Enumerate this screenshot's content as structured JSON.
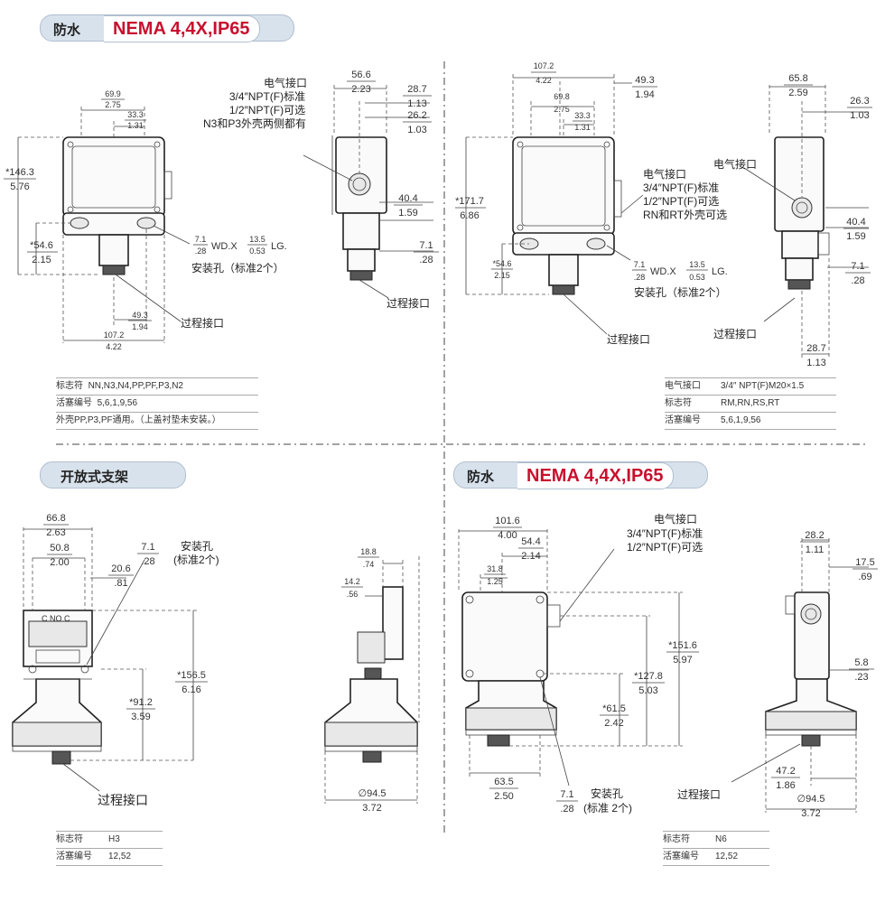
{
  "header_tl": {
    "key": "防水",
    "title": "NEMA 4,4X,IP65"
  },
  "header_bl": {
    "key": "开放式支架"
  },
  "header_br": {
    "key": "防水",
    "title": "NEMA 4,4X,IP65"
  },
  "q1": {
    "d_69_9": "69.9",
    "d_2_75": "2.75",
    "d_33_3": "33.3",
    "d_1_31": "1.31",
    "d_146_3": "*146.3",
    "d_5_76": "5.76",
    "d_54_6": "*54.6",
    "d_2_15": "2.15",
    "d_49_3": "49.3",
    "d_1_94": "1.94",
    "d_107_2": "107.2",
    "d_4_22": "4.22",
    "hole_a": "7.1",
    "hole_b": ".28",
    "hole_wd": "WD.X",
    "hole_c": "13.5",
    "hole_d": "0.53",
    "hole_lg": "LG.",
    "hole_label": "安装孔（标准2个）",
    "process": "过程接口",
    "elec_1": "电气接口",
    "elec_2": "3/4″NPT(F)标准",
    "elec_3": "1/2″NPT(F)可选",
    "elec_4": "N3和P3外壳两侧都有",
    "s_56_6": "56.6",
    "s_2_23": "2.23",
    "s_28_7": "28.7",
    "s_1_13": "1.13",
    "s_26_2": "26.2",
    "s_1_03": "1.03",
    "s_40_4": "40.4",
    "s_1_59": "1.59",
    "s_7_1": "7.1",
    "s_28": ".28",
    "s_process": "过程接口"
  },
  "q1_table": [
    {
      "k": "标志符",
      "v": "NN,N3,N4,PP,PF,P3,N2"
    },
    {
      "k": "活塞编号",
      "v": "5,6,1,9,56"
    },
    {
      "k": "外壳PP,P3,PF通用。（上盖衬垫未安装。）",
      "v": ""
    }
  ],
  "q2": {
    "d_107_2": "107.2",
    "d_4_22": "4.22",
    "d_49_3": "49.3",
    "d_1_94": "1.94",
    "d_69_8": "69.8",
    "d_2_75": "2.75",
    "d_33_3": "33.3",
    "d_1_31": "1.31",
    "d_171_7": "*171.7",
    "d_6_86": "6.86",
    "d_54_6": "*54.6",
    "d_2_15": "2.15",
    "elec_1": "电气接口",
    "elec_2": "3/4″NPT(F)标准",
    "elec_3": "1/2″NPT(F)可选",
    "elec_4": "RN和RT外壳可选",
    "hole_a": "7.1",
    "hole_b": ".28",
    "hole_wd": "WD.X",
    "hole_c": "13.5",
    "hole_d": "0.53",
    "hole_lg": "LG.",
    "hole_label": "安装孔（标准2个）",
    "process": "过程接口",
    "s_65_8": "65.8",
    "s_2_59": "2.59",
    "s_26_3": "26.3",
    "s_1_03": "1.03",
    "s_elec": "电气接口",
    "s_40_4": "40.4",
    "s_1_59": "1.59",
    "s_7_1": "7.1",
    "s_28": ".28",
    "s_process": "过程接口",
    "s_28_7": "28.7",
    "s_1_13": "1.13"
  },
  "q2_table": [
    {
      "k": "电气接口",
      "v": "3/4″ NPT(F)M20×1.5"
    },
    {
      "k": "标志符",
      "v": "RM,RN,RS,RT"
    },
    {
      "k": "活塞编号",
      "v": "5,6,1,9,56"
    }
  ],
  "q3": {
    "d_66_8": "66.8",
    "d_2_63": "2.63",
    "d_50_8": "50.8",
    "d_2_00": "2.00",
    "d_7_1": "7.1",
    "d_28": ".28",
    "hole_1": "安装孔",
    "hole_2": "(标准2个)",
    "d_20_6": "20.6",
    "d_81": ".81",
    "d_156_5": "*156.5",
    "d_6_16": "6.16",
    "d_91_2": "*91.2",
    "d_3_59": "3.59",
    "terms": "C  NO  C",
    "process": "过程接口",
    "s_18_8": "18.8",
    "s_74": ".74",
    "s_14_2": "14.2",
    "s_56": ".56",
    "s_94_5": "∅94.5",
    "s_3_72": "3.72"
  },
  "q3_table": [
    {
      "k": "标志符",
      "v": "H3"
    },
    {
      "k": "活塞编号",
      "v": "12,52"
    }
  ],
  "q4": {
    "elec_1": "电气接口",
    "elec_2": "3/4″NPT(F)标准",
    "elec_3": "1/2″NPT(F)可选",
    "d_101_6": "101.6",
    "d_4_00": "4.00",
    "d_54_4": "54.4",
    "d_2_14": "2.14",
    "d_31_8": "31.8",
    "d_1_25": "1.25",
    "d_151_6": "*151.6",
    "d_5_97": "5.97",
    "d_127_8": "*127.8",
    "d_5_03": "5.03",
    "d_61_5": "*61.5",
    "d_2_42": "2.42",
    "d_63_5": "63.5",
    "d_2_50": "2.50",
    "d_7_1": "7.1",
    "d_28": ".28",
    "hole_1": "安装孔",
    "hole_2": "(标准 2个)",
    "s_28_2": "28.2",
    "s_1_11": "1.11",
    "s_17_5": "17.5",
    "s_69": ".69",
    "s_5_8": "5.8",
    "s_23": ".23",
    "s_47_2": "47.2",
    "s_1_86": "1.86",
    "s_94_5": "∅94.5",
    "s_3_72": "3.72",
    "process": "过程接口"
  },
  "q4_table": [
    {
      "k": "标志符",
      "v": "N6"
    },
    {
      "k": "活塞编号",
      "v": "12,52"
    }
  ]
}
